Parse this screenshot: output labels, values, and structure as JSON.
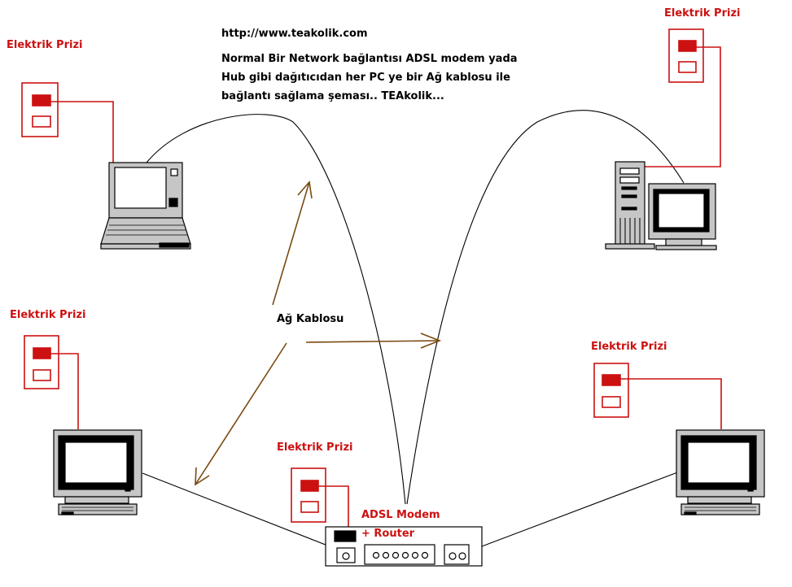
{
  "header": {
    "url": "http://www.teakolik.com",
    "description_lines": [
      "Normal Bir Network bağlantısı ADSL modem yada",
      "Hub gibi dağıtıcıdan her PC ye bir Ağ kablosu ile",
      "bağlantı sağlama şeması.. TEAkolik..."
    ]
  },
  "labels": {
    "outlet": "Elektrik Prizi",
    "cable": "Ağ Kablosu",
    "modem_line1": "ADSL Modem",
    "modem_line2": "+ Router"
  },
  "colors": {
    "outlet": "#cc1111",
    "arrow": "#7a4a10",
    "cable": "#000000"
  },
  "outlets": [
    {
      "id": "top-left",
      "label_bind": "labels.outlet"
    },
    {
      "id": "top-right",
      "label_bind": "labels.outlet"
    },
    {
      "id": "middle-left",
      "label_bind": "labels.outlet"
    },
    {
      "id": "middle-right",
      "label_bind": "labels.outlet"
    },
    {
      "id": "modem",
      "label_bind": "labels.outlet"
    }
  ]
}
